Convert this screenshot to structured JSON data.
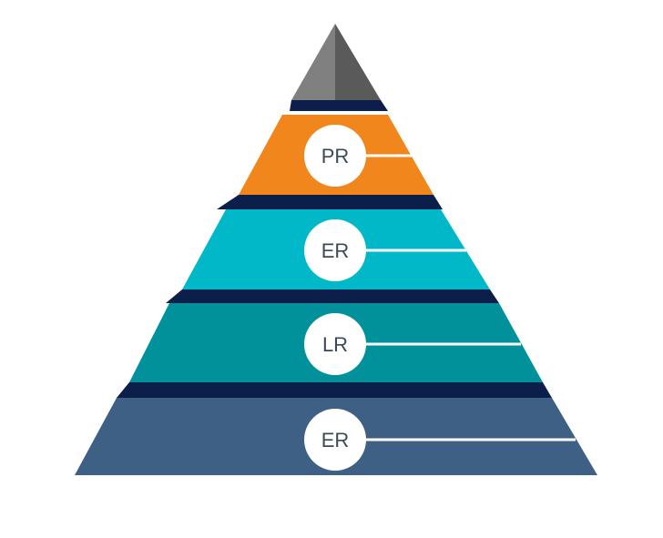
{
  "colors": {
    "apex_light": "#808080",
    "apex_dark": "#5a5a5a",
    "divider": "#0c1f4a",
    "badge": "#ffffff",
    "badge_text": "#3a4a5a",
    "connector_line": "#ffffff"
  },
  "tiers": [
    {
      "label": "PR",
      "color": "#f0861c"
    },
    {
      "label": "ER",
      "color": "#00b8c7"
    },
    {
      "label": "LR",
      "color": "#00919a"
    },
    {
      "label": "ER",
      "color": "#3e6085"
    }
  ]
}
